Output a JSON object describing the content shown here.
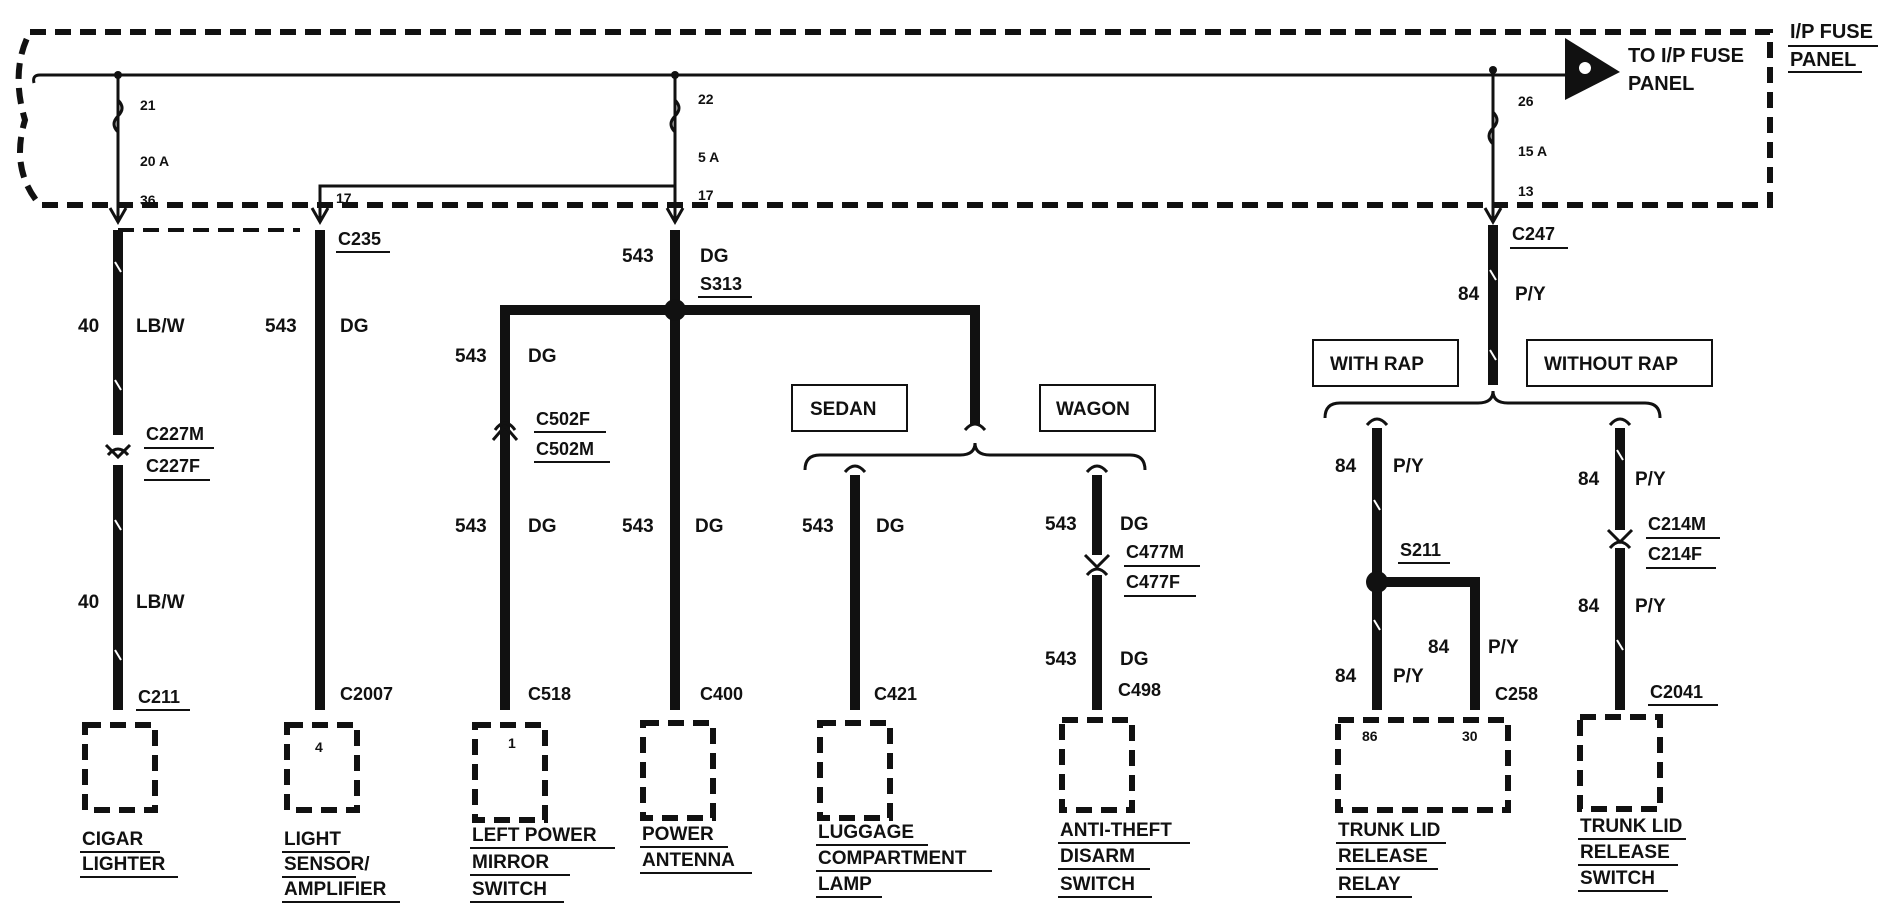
{
  "panel": {
    "title_line1": "I/P FUSE",
    "title_line2": "PANEL",
    "arrow_line1": "TO I/P FUSE",
    "arrow_line2": "PANEL",
    "fuses": [
      {
        "in_pin": "21",
        "rating": "20 A",
        "out_pin": "36"
      },
      {
        "in_pin": "22",
        "rating": "5 A",
        "out_pin": "17"
      },
      {
        "in_pin": "26",
        "rating": "15 A",
        "out_pin": "13"
      }
    ],
    "internal_pin": "17"
  },
  "connectors": {
    "c235": "C235",
    "c247": "C247",
    "c227m": "C227M",
    "c227f": "C227F",
    "c502f": "C502F",
    "c502m": "C502M",
    "c477m": "C477M",
    "c477f": "C477F",
    "c214m": "C214M",
    "c214f": "C214F",
    "c211": "C211",
    "c2007": "C2007",
    "c518": "C518",
    "c400": "C400",
    "c421": "C421",
    "c498": "C498",
    "c258": "C258",
    "c2041": "C2041"
  },
  "splices": {
    "s313": "S313",
    "s211": "S211"
  },
  "wires": {
    "lbw_num": "40",
    "lbw_color": "LB/W",
    "dg_num": "543",
    "dg_color": "DG",
    "py_num": "84",
    "py_color": "P/Y"
  },
  "options": {
    "sedan": "SEDAN",
    "wagon": "WAGON",
    "with_rap": "WITH RAP",
    "without_rap": "WITHOUT RAP"
  },
  "pins": {
    "light_sensor": "4",
    "mirror_switch": "1",
    "relay_a": "86",
    "relay_b": "30"
  },
  "components": {
    "cigar": [
      "CIGAR",
      "LIGHTER"
    ],
    "light_sensor": [
      "LIGHT",
      "SENSOR/",
      "AMPLIFIER"
    ],
    "mirror": [
      "LEFT POWER",
      "MIRROR",
      "SWITCH"
    ],
    "antenna": [
      "POWER",
      "ANTENNA"
    ],
    "luggage": [
      "LUGGAGE",
      "COMPARTMENT",
      "LAMP"
    ],
    "antitheft": [
      "ANTI-THEFT",
      "DISARM",
      "SWITCH"
    ],
    "relay": [
      "TRUNK LID",
      "RELEASE",
      "RELAY"
    ],
    "trunk_switch": [
      "TRUNK LID",
      "RELEASE",
      "SWITCH"
    ]
  }
}
